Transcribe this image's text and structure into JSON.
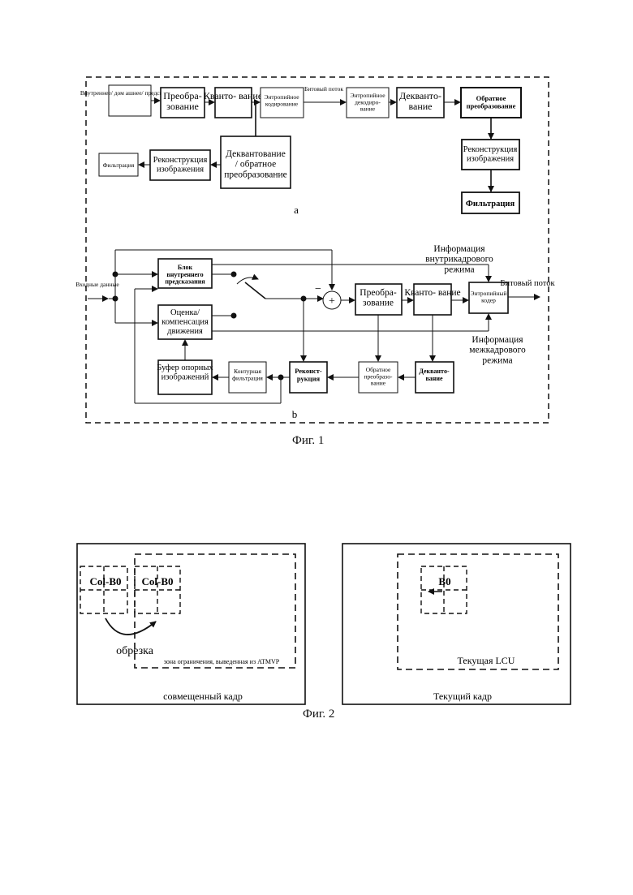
{
  "fig1": {
    "caption": "Фиг. 1",
    "a": {
      "label": "a",
      "blocks": {
        "pred": "Внутреннее/ дом ашнее/ предсказание",
        "transform": "Преобра- зование",
        "quant": "Кванто- вание",
        "entropy_coding": "Энтропийное кодирование",
        "bitstream": "Битовый поток",
        "entropy_decoding": "Энтропийное декодиро- вание",
        "dequant": "Деквантo- вание",
        "inverse_transform": "Обратное преобразование",
        "deq_inv": "Деквантование / обратное преобразование",
        "recon_left": "Реконструкция изображения",
        "filter_left": "Фильтрация",
        "recon_right": "Реконструкция изображения",
        "filter_right": "Фильтрация"
      }
    },
    "b": {
      "label": "b",
      "input": "Входные данные",
      "intra_block": "Блок внутреннего предсказания",
      "me_block": "Оценка/ компенсация движения",
      "buffer": "Буфер опорных изображений",
      "loop_filter": "Контурная фильтрация",
      "recon": "Реконст- рукция",
      "inv_transform": "Обратное преобразо- вание",
      "dequant": "Деквантo- вание",
      "transform": "Преобра- зование",
      "quant": "Кванто- вание",
      "entropy": "Энтропийный кодер",
      "bitstream": "Битовый поток",
      "intra_info": "Информация внутрикадрового режима",
      "inter_info": "Информация межкадрового режима",
      "minus": "−",
      "plus": "+"
    }
  },
  "fig2": {
    "caption": "Фиг. 2",
    "col_label": "Col-B0",
    "col_label2": "Col-B0",
    "crop_label": "обрезка",
    "zone_label": "зона ограничения, выведенная из ATMVP",
    "collocated_frame": "совмещенный кадр",
    "b0": "B0",
    "current_lcu": "Текущая LCU",
    "current_frame": "Текущий кадр"
  }
}
